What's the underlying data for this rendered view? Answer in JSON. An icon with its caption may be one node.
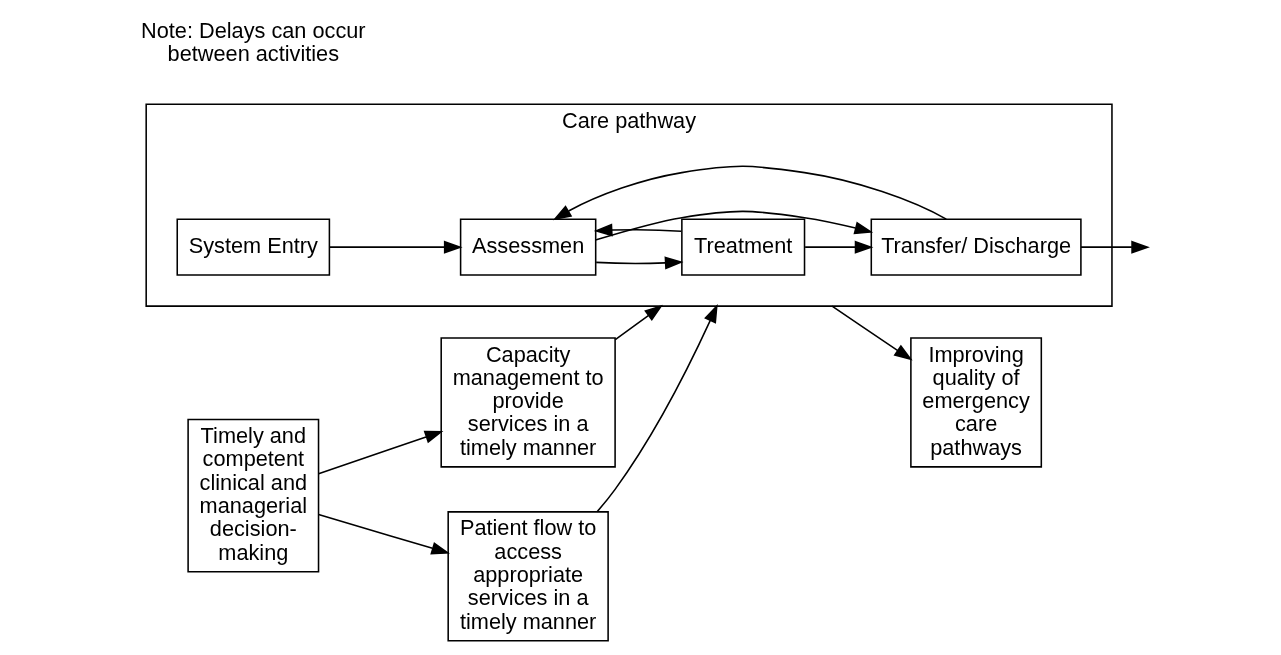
{
  "diagram": {
    "nodes": [
      {
        "text": [
          "Care pathway"
        ]
      },
      {
        "text": [
          "System Entry"
        ],
        "in": 0
      },
      {
        "text": [
          "Assessmen"
        ],
        "in": 0
      },
      {
        "text": [
          "Treatment"
        ],
        "in": 0
      },
      {
        "text": [
          "Transfer/ Discharge"
        ],
        "in": 0
      },
      {
        "text": [
          "Improving quality of emergency care pathways"
        ]
      },
      {
        "text": [
          "Capacity management to provide services in a timely manner"
        ]
      },
      {
        "text": [
          "Timely and competent clinical and managerial decision-making"
        ]
      },
      {
        "text": [
          "Patient flow to access appropriate services in a timely manner"
        ]
      }
    ],
    "edges": [
      {
        "from": 1,
        "to": 2,
        "arrow": "to"
      },
      {
        "from": 2,
        "to": 3,
        "arrow": "to"
      },
      {
        "from": 3,
        "to": 4,
        "arrow": "to"
      },
      {
        "from": 4,
        "to": null,
        "arrow": "to"
      },
      {
        "from": 3,
        "to": 2,
        "arrow": "to"
      },
      {
        "from": 4,
        "to": 2,
        "arrow": "to"
      },
      {
        "from": 2,
        "to": 4,
        "arrow": "to"
      },
      {
        "from": 0,
        "to": 5,
        "arrow": "to"
      },
      {
        "from": 6,
        "to": 0,
        "arrow": "to"
      },
      {
        "from": 8,
        "to": 0,
        "arrow": "to"
      },
      {
        "from": 7,
        "to": 6,
        "arrow": "to"
      },
      {
        "from": 7,
        "to": 8,
        "arrow": "to"
      }
    ],
    "labels": [
      "Note: Delays can occur between activities"
    ]
  }
}
